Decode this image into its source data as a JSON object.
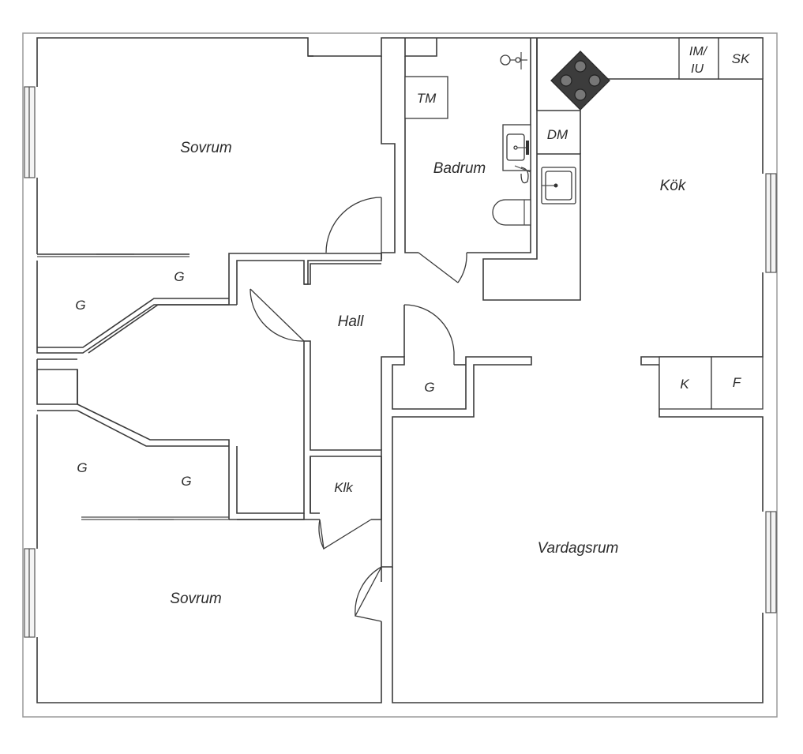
{
  "rooms": {
    "sovrum_top": "Sovrum",
    "badrum": "Badrum",
    "kok": "Kök",
    "hall": "Hall",
    "vardagsrum": "Vardagsrum",
    "sovrum_bottom": "Sovrum",
    "klk": "Klk"
  },
  "storage": {
    "g_top_right": "G",
    "g_top_left": "G",
    "g_hall": "G",
    "g_bottom_left": "G",
    "g_bottom_right": "G"
  },
  "appliances": {
    "tm": "TM",
    "dm": "DM",
    "im_iu_line1": "IM/",
    "im_iu_line2": "IU",
    "sk": "SK",
    "k": "K",
    "f": "F"
  },
  "colors": {
    "wall": "#3a3a3a",
    "stove": "#3c3c3c"
  }
}
